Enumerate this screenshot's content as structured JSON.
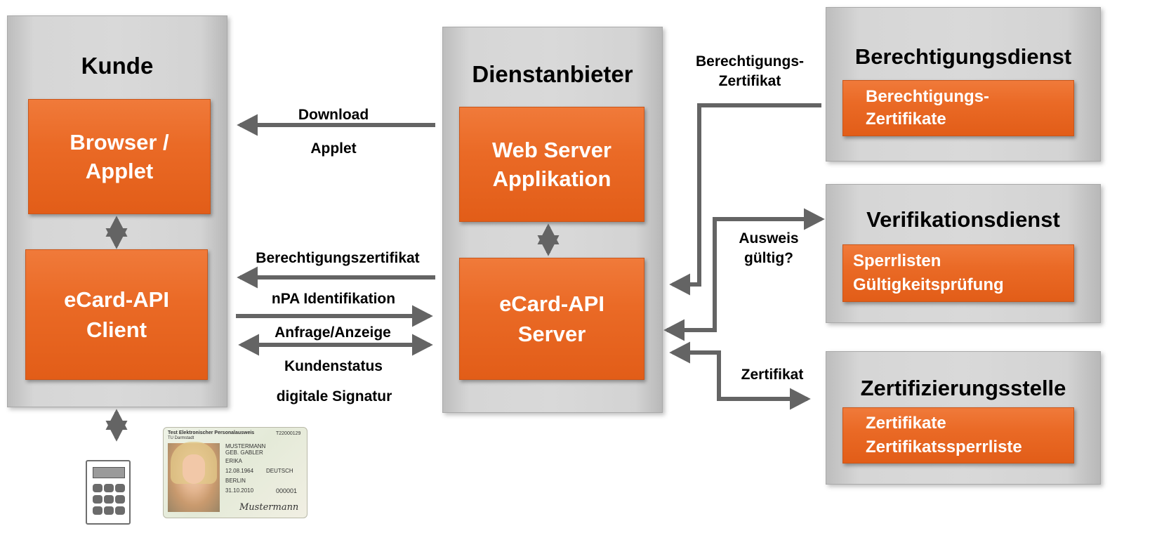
{
  "kunde": {
    "title": "Kunde",
    "browser": [
      "Browser /",
      "Applet"
    ],
    "client": [
      "eCard-API",
      "Client"
    ]
  },
  "dienstanbieter": {
    "title": "Dienstanbieter",
    "webserver": [
      "Web Server",
      "Applikation"
    ],
    "server": [
      "eCard-API",
      "Server"
    ]
  },
  "berechtigungsdienst": {
    "title": "Berechtigungsdienst",
    "box": [
      "Berechtigungs-",
      "Zertifikate"
    ]
  },
  "verifikationsdienst": {
    "title": "Verifikationsdienst",
    "box": [
      "Sperrlisten",
      "Gültigkeitsprüfung"
    ]
  },
  "zertifizierungsstelle": {
    "title": "Zertifizierungsstelle",
    "box": [
      "Zertifikate",
      "Zertifikatssperrliste"
    ]
  },
  "labels": {
    "download": "Download",
    "applet": "Applet",
    "berechtigungszertifikat": "Berechtigungszertifikat",
    "npa_identifikation": "nPA Identifikation",
    "anfrage_anzeige": "Anfrage/Anzeige",
    "kundenstatus": "Kundenstatus",
    "digitale_signatur": "digitale Signatur",
    "berechtigungs_zertifikat": [
      "Berechtigungs-",
      "Zertifikat"
    ],
    "ausweis_gueltig": [
      "Ausweis",
      "gültig?"
    ],
    "zertifikat": "Zertifikat"
  },
  "idcard": {
    "header": "Test Elektronischer Personalausweis",
    "sub": "TU Darmstadt",
    "number": "T22000129",
    "name1": "MUSTERMANN",
    "name2": "GEB. GABLER",
    "given": "ERIKA",
    "birth": "12.08.1964",
    "nationality": "DEUTSCH",
    "place": "BERLIN",
    "expiry": "31.10.2010",
    "can": "000001",
    "signature": "Mustermann"
  },
  "colors": {
    "orange": "#e8641f",
    "panel": "#d6d6d6",
    "arrow": "#646464"
  }
}
